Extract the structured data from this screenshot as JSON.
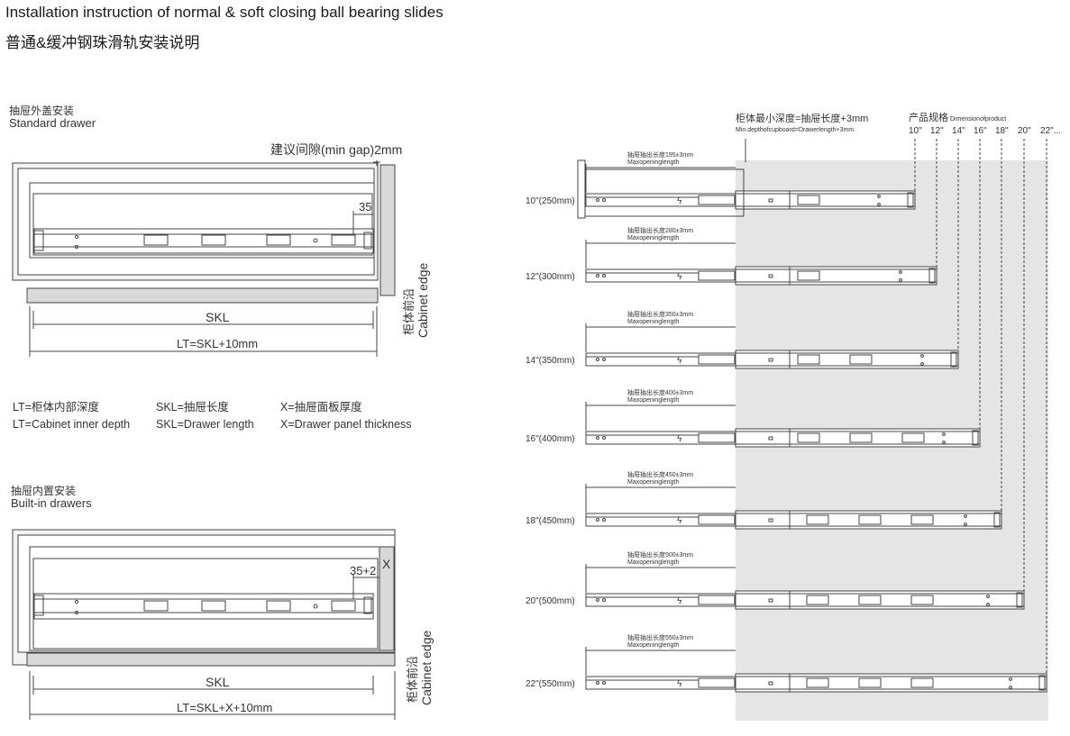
{
  "header": {
    "title_en": "Installation instruction of normal & soft closing ball bearing slides",
    "title_zh": "普通&缓冲钢珠滑轨安装说明"
  },
  "standard": {
    "title_zh": "抽屉外盖安装",
    "title_en": "Standard drawer",
    "gap_label": "建议间隙(min gap)2mm",
    "dim_35": "35",
    "skl": "SKL",
    "lt": "LT=SKL+10mm",
    "edge_zh": "柜体前沿",
    "edge_en": "Cabinet edge"
  },
  "legend": {
    "lt_zh": "LT=柜体内部深度",
    "skl_zh": "SKL=抽屉长度",
    "x_zh": "X=抽屉面板厚度",
    "lt_en": "LT=Cabinet inner depth",
    "skl_en": "SKL=Drawer length",
    "x_en": "X=Drawer panel thickness"
  },
  "builtin": {
    "title_zh": "抽屉内置安装",
    "title_en": "Built-in drawers",
    "dim_35": "35+2",
    "x": "X",
    "skl": "SKL",
    "lt": "LT=SKL+X+10mm",
    "edge_zh": "柜体前沿",
    "edge_en": "Cabinet edge"
  },
  "right": {
    "min_depth_zh": "柜体最小深度=抽屉长度+3mm",
    "min_depth_en": "Min.depthofcupboard=Drawerlength+3mm",
    "dim_zh": "产品规格",
    "dim_en": "Dimensionofproduct",
    "sizes": [
      "10\"",
      "12\"",
      "14\"",
      "16\"",
      "18\"",
      "20\"",
      "22\"..."
    ],
    "rows": [
      {
        "label": "10\"(250mm)",
        "open_zh": "抽屉抽出长度195±3mm",
        "open_en": "Maxopeninglength"
      },
      {
        "label": "12\"(300mm)",
        "open_zh": "抽屉抽出长度280±3mm",
        "open_en": "Maxopeninglength"
      },
      {
        "label": "14\"(350mm)",
        "open_zh": "抽屉抽出长度350±3mm",
        "open_en": "Maxopeninglength"
      },
      {
        "label": "16\"(400mm)",
        "open_zh": "抽屉抽出长度400±3mm",
        "open_en": "Maxopeninglength"
      },
      {
        "label": "18\"(450mm)",
        "open_zh": "抽屉抽出长度450±3mm",
        "open_en": "Maxopeninglength"
      },
      {
        "label": "20\"(500mm)",
        "open_zh": "抽屉抽出长度500±3mm",
        "open_en": "Maxopeninglength"
      },
      {
        "label": "22\"(550mm)",
        "open_zh": "抽屉抽出长度550±3mm",
        "open_en": "Maxopeninglength"
      }
    ]
  }
}
